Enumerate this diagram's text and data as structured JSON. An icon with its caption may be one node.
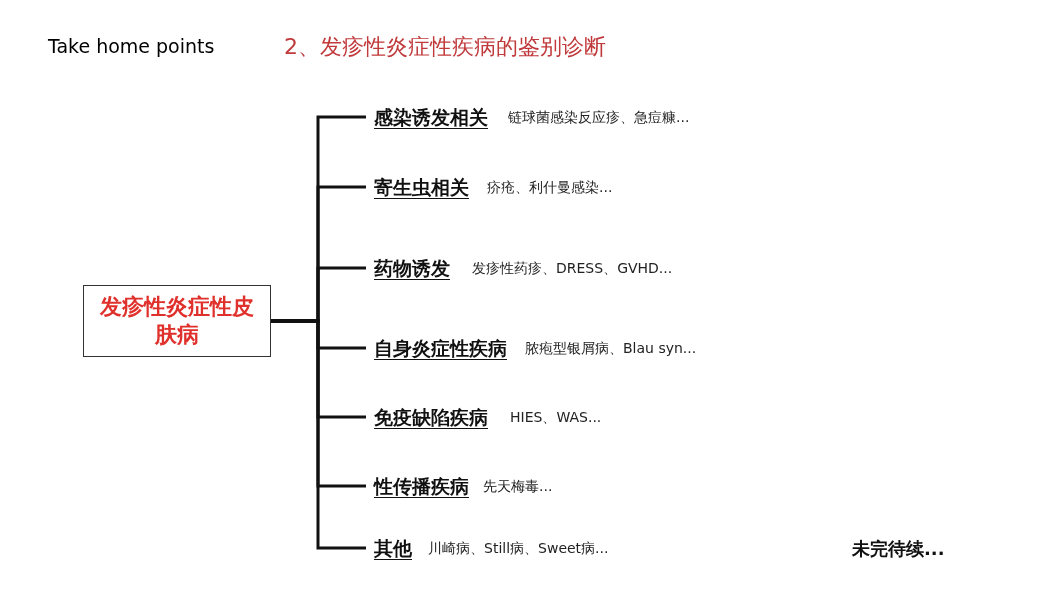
{
  "diagram": {
    "title": "2、发疹性炎症性疾病的鉴别诊断",
    "nodes": [
      {
        "text": [
          "发疹性炎症性皮肤病"
        ]
      },
      {
        "text": [
          "感染诱发相关"
        ],
        "beside": [
          "链球菌感染反应疹、急痘糠..."
        ]
      },
      {
        "text": [
          "寄生虫相关"
        ],
        "beside": [
          "疥疮、利什曼感染..."
        ]
      },
      {
        "text": [
          "药物诱发"
        ],
        "beside": [
          "发疹性药疹、DRESS、GVHD..."
        ]
      },
      {
        "text": [
          "自身炎症性疾病"
        ],
        "beside": [
          "脓疱型银屑病、Blau syn..."
        ]
      },
      {
        "text": [
          "免疫缺陷疾病"
        ],
        "beside": [
          "HIES、WAS..."
        ]
      },
      {
        "text": [
          "性传播疾病"
        ],
        "beside": [
          "先天梅毒..."
        ]
      },
      {
        "text": [
          "其他"
        ],
        "beside": [
          "川崎病、Still病、Sweet病..."
        ]
      }
    ],
    "edges": [
      {
        "from": 0,
        "to": 1,
        "arrow": "none"
      },
      {
        "from": 0,
        "to": 2,
        "arrow": "none"
      },
      {
        "from": 0,
        "to": 3,
        "arrow": "none"
      },
      {
        "from": 0,
        "to": 4,
        "arrow": "none"
      },
      {
        "from": 0,
        "to": 5,
        "arrow": "none"
      },
      {
        "from": 0,
        "to": 6,
        "arrow": "none"
      },
      {
        "from": 0,
        "to": 7,
        "arrow": "none"
      }
    ],
    "labels": [
      "Take home points",
      "未完待续..."
    ]
  }
}
